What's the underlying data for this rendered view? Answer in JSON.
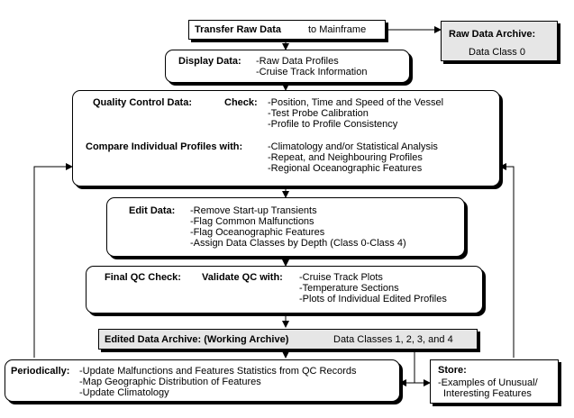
{
  "transfer": {
    "label": "Transfer Raw Data",
    "sub": "to Mainframe"
  },
  "archive": {
    "title": "Raw Data Archive:",
    "sub": "Data Class 0"
  },
  "display": {
    "label": "Display Data:",
    "items": [
      "-Raw Data Profiles",
      "-Cruise Track Information"
    ]
  },
  "qc": {
    "label": "Quality Control Data:",
    "check_label": "Check:",
    "check_items": [
      "-Position, Time and Speed of the Vessel",
      "-Test Probe Calibration",
      "-Profile to Profile Consistency"
    ],
    "compare_label": "Compare Individual Profiles with:",
    "compare_items": [
      "-Climatology and/or Statistical Analysis",
      "-Repeat, and Neighbouring Profiles",
      "-Regional Oceanographic Features"
    ]
  },
  "edit": {
    "label": "Edit Data:",
    "items": [
      "-Remove Start-up Transients",
      "-Flag Common Malfunctions",
      "-Flag Oceanographic Features",
      "-Assign Data Classes by Depth (Class 0-Class 4)"
    ]
  },
  "final_qc": {
    "label": "Final QC Check:",
    "validate_label": "Validate QC with:",
    "items": [
      "-Cruise Track Plots",
      "-Temperature Sections",
      "-Plots of Individual Edited Profiles"
    ]
  },
  "edited_archive": {
    "label": "Edited Data Archive: (Working Archive)",
    "sub": "Data Classes 1, 2, 3, and 4"
  },
  "periodically": {
    "label": "Periodically:",
    "items": [
      "-Update Malfunctions and Features Statistics from QC Records",
      "-Map Geographic Distribution of Features",
      "-Update Climatology"
    ]
  },
  "store": {
    "label": "Store:",
    "items": [
      "-Examples of Unusual/",
      "Interesting Features"
    ]
  }
}
